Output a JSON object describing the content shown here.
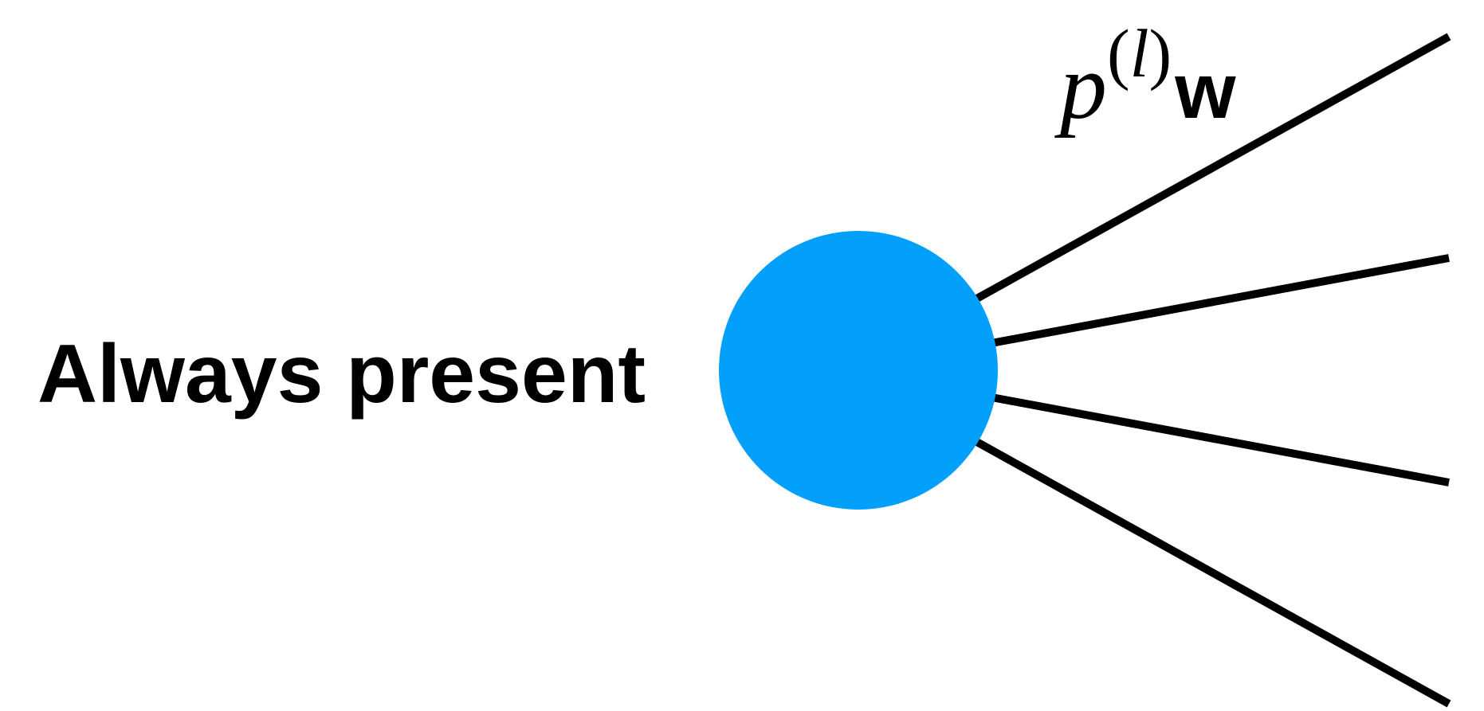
{
  "diagram": {
    "label": "Always present",
    "weight_label": {
      "base": "p",
      "paren_open": "(",
      "superscript": "l",
      "paren_close": ")",
      "vector": "w"
    },
    "node_color": "#02A0FB",
    "edge_color": "#000000",
    "text_color": "#000000",
    "edge_count": 4
  }
}
